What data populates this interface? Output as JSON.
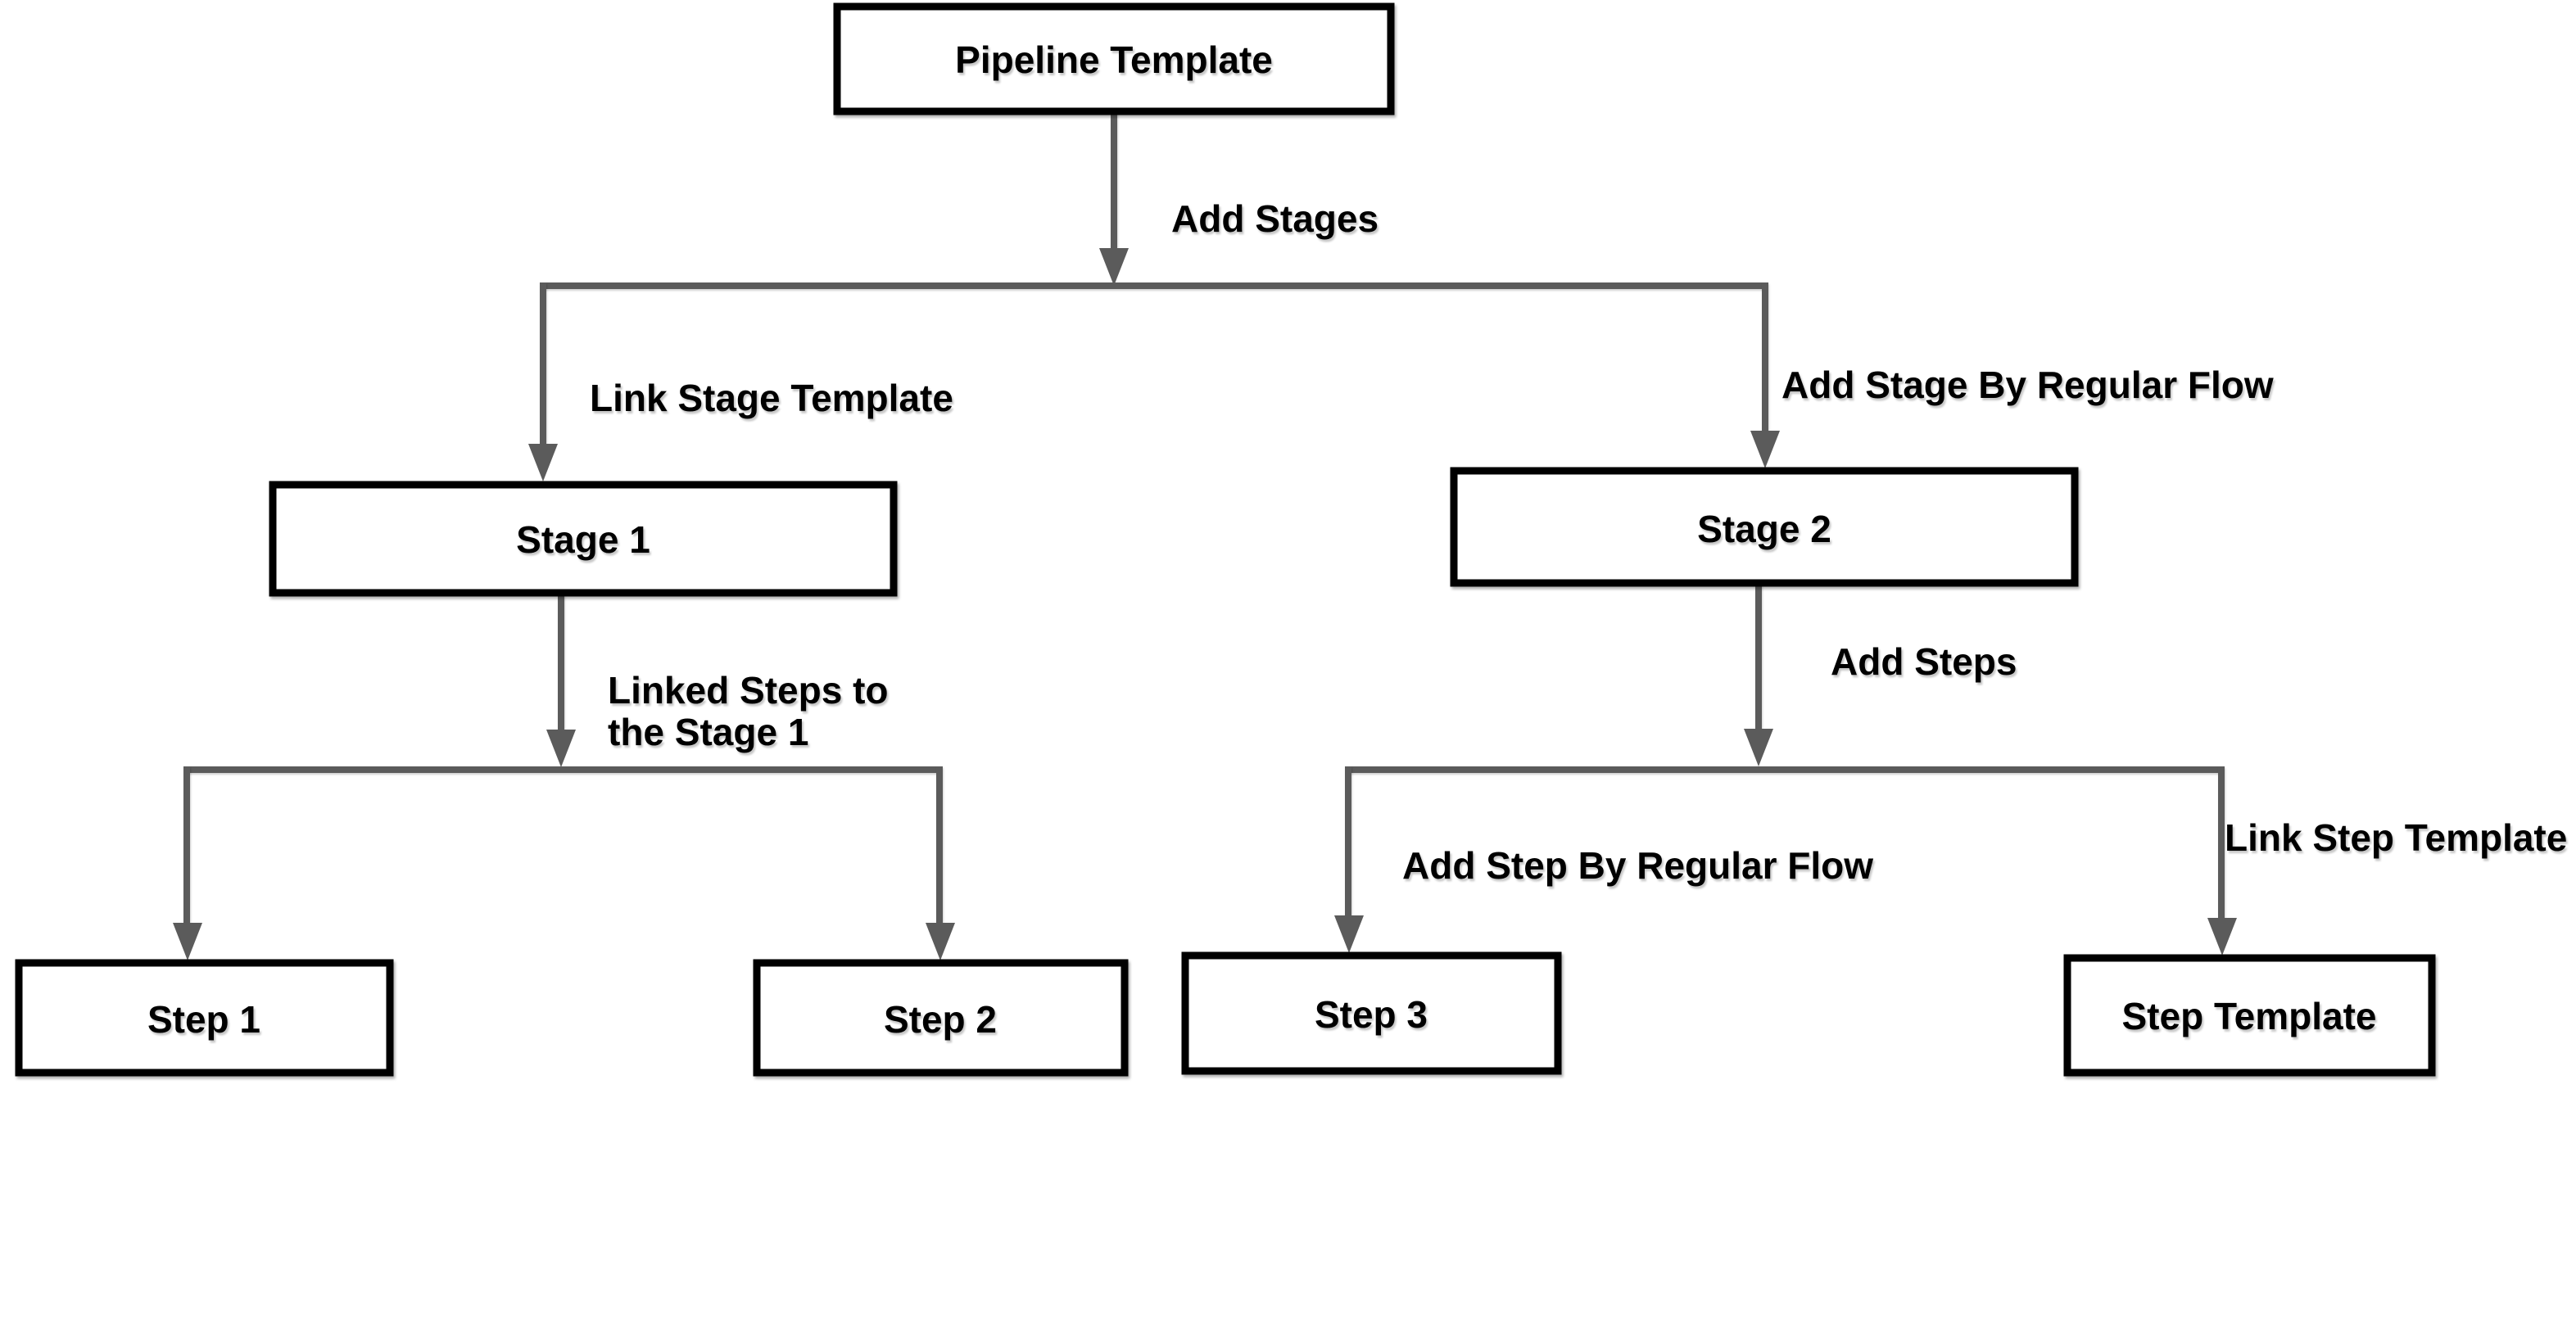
{
  "nodes": {
    "pipeline_template": {
      "label": "Pipeline Template"
    },
    "stage_1": {
      "label": "Stage 1"
    },
    "stage_2": {
      "label": "Stage 2"
    },
    "step_1": {
      "label": "Step 1"
    },
    "step_2": {
      "label": "Step 2"
    },
    "step_3": {
      "label": "Step 3"
    },
    "step_template": {
      "label": "Step Template"
    }
  },
  "edges": {
    "add_stages": {
      "label": "Add Stages"
    },
    "link_stage_template": {
      "label": "Link Stage Template"
    },
    "add_stage_by_regular_flow": {
      "label": "Add Stage By Regular Flow"
    },
    "linked_steps_to_stage_1": {
      "label_line1": "Linked Steps to",
      "label_line2": "the Stage 1"
    },
    "add_steps": {
      "label": "Add Steps"
    },
    "add_step_by_regular_flow": {
      "label": "Add Step By Regular Flow"
    },
    "link_step_template": {
      "label": "Link Step Template"
    }
  },
  "colors": {
    "background": "#ffffff",
    "node_fill": "#ffffff",
    "node_border": "#000000",
    "connector": "#5b5b5b",
    "text": "#000000"
  }
}
